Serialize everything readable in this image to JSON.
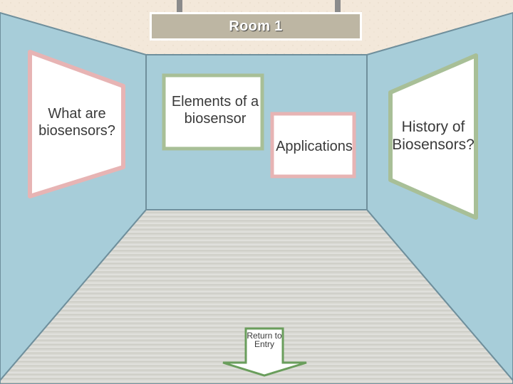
{
  "room": {
    "title": "Room 1"
  },
  "exhibits": {
    "left": "What are biosensors?",
    "center": "Elements of a biosensor",
    "applications": "Applications",
    "right": "History of Biosensors?"
  },
  "navigation": {
    "return_label": "Return to Entry"
  },
  "colors": {
    "wall": "#a7cdd9",
    "wall_edge": "#6f8f9c",
    "ceiling": "#f3e8da",
    "floor": "#d6d6d0",
    "pink_frame": "#e7b4b4",
    "green_frame": "#a8bf97",
    "arrow_outline": "#6a9e5c",
    "title_plate": "#bdb6a3"
  }
}
